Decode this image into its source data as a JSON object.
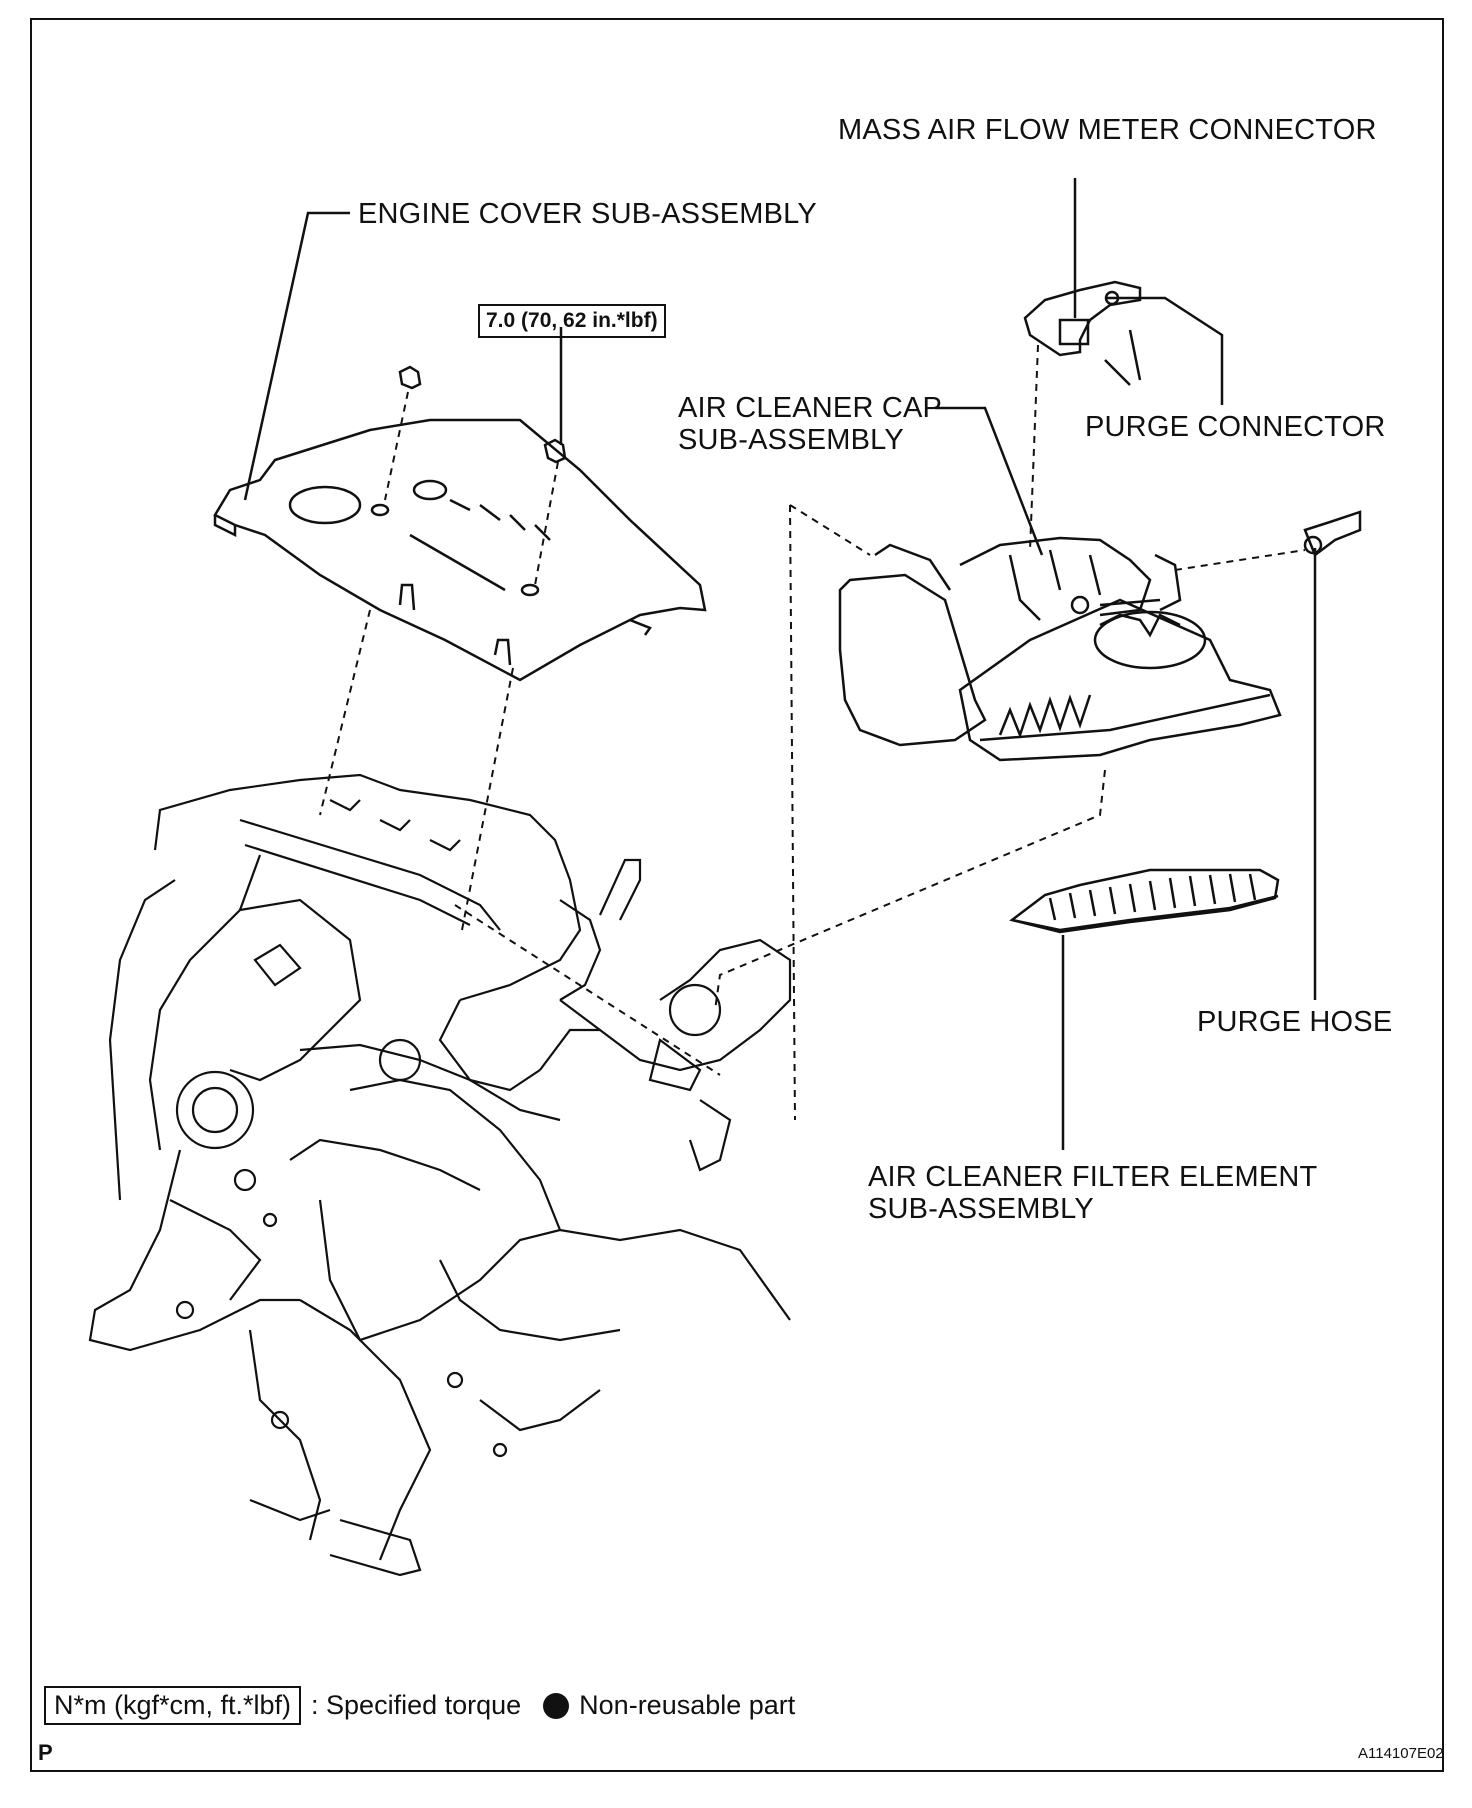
{
  "labels": {
    "mass_air_flow_meter_connector": "MASS AIR FLOW METER CONNECTOR",
    "engine_cover": "ENGINE COVER SUB-ASSEMBLY",
    "torque_spec": "7.0 (70, 62 in.*lbf)",
    "air_cleaner_cap_line1": "AIR CLEANER CAP",
    "air_cleaner_cap_line2": "SUB-ASSEMBLY",
    "purge_connector": "PURGE CONNECTOR",
    "purge_hose": "PURGE HOSE",
    "filter_element_line1": "AIR CLEANER FILTER ELEMENT",
    "filter_element_line2": "SUB-ASSEMBLY"
  },
  "legend": {
    "torque_box": "N*m (kgf*cm, ft.*lbf)",
    "torque_text": ": Specified torque",
    "nonreusable_text": "Non-reusable part"
  },
  "corner_letter": "P",
  "figure_code": "A114107E02"
}
